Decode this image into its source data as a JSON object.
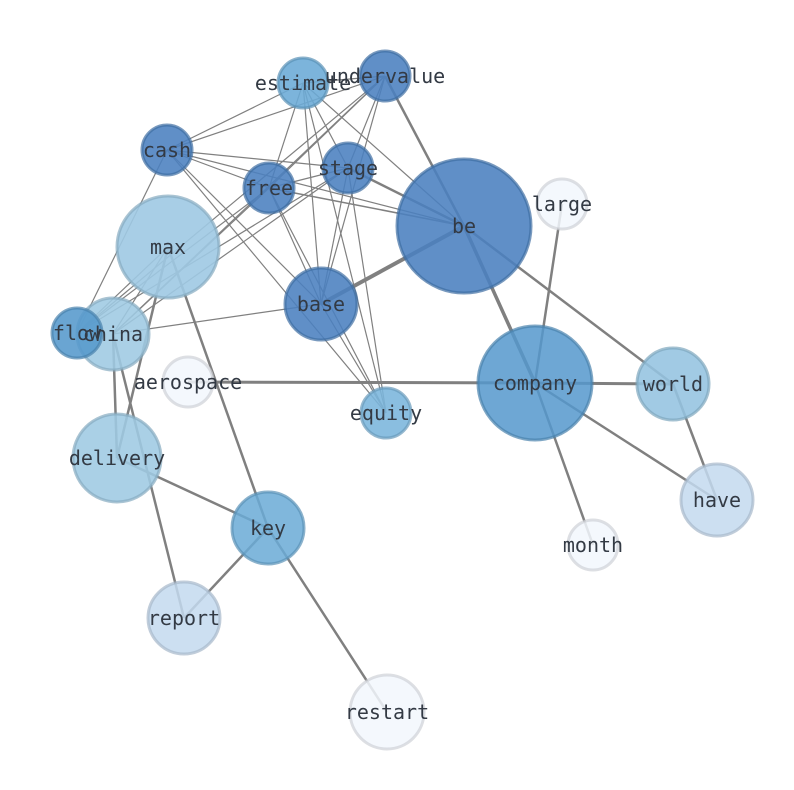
{
  "nodes": [
    {
      "id": "be",
      "label": "be",
      "color": "#4a80bf",
      "opacity": 0.88
    },
    {
      "id": "company",
      "label": "company",
      "color": "#5598cc",
      "opacity": 0.85
    },
    {
      "id": "max",
      "label": "max",
      "color": "#9ec9e3",
      "opacity": 0.9
    },
    {
      "id": "base",
      "label": "base",
      "color": "#4a80bf",
      "opacity": 0.88
    },
    {
      "id": "delivery",
      "label": "delivery",
      "color": "#9ec9e3",
      "opacity": 0.88
    },
    {
      "id": "china",
      "label": "china",
      "color": "#9ec9e3",
      "opacity": 0.88
    },
    {
      "id": "world",
      "label": "world",
      "color": "#94c3e0",
      "opacity": 0.88
    },
    {
      "id": "key",
      "label": "key",
      "color": "#6aaad6",
      "opacity": 0.85
    },
    {
      "id": "have",
      "label": "have",
      "color": "#c3d9ee",
      "opacity": 0.85
    },
    {
      "id": "report",
      "label": "report",
      "color": "#c3d9ee",
      "opacity": 0.85
    },
    {
      "id": "restart",
      "label": "restart",
      "color": "#f2f7fd",
      "opacity": 0.85
    },
    {
      "id": "free",
      "label": "free",
      "color": "#4a80bf",
      "opacity": 0.88
    },
    {
      "id": "stage",
      "label": "stage",
      "color": "#4a80bf",
      "opacity": 0.88
    },
    {
      "id": "cash",
      "label": "cash",
      "color": "#4a80bf",
      "opacity": 0.88
    },
    {
      "id": "undervalue",
      "label": "undervalue",
      "color": "#4a80bf",
      "opacity": 0.88
    },
    {
      "id": "estimate",
      "label": "estimate",
      "color": "#6aaad6",
      "opacity": 0.88
    },
    {
      "id": "flow",
      "label": "flow",
      "color": "#5598cc",
      "opacity": 0.88
    },
    {
      "id": "equity",
      "label": "equity",
      "color": "#7ab5dc",
      "opacity": 0.88
    },
    {
      "id": "aerospace",
      "label": "aerospace",
      "color": "#f2f7fd",
      "opacity": 0.85
    },
    {
      "id": "large",
      "label": "large",
      "color": "#f2f7fd",
      "opacity": 0.85
    },
    {
      "id": "month",
      "label": "month",
      "color": "#f2f7fd",
      "opacity": 0.85
    }
  ],
  "edges": [
    {
      "source": "be",
      "target": "base",
      "weight": 4
    },
    {
      "source": "be",
      "target": "company",
      "weight": 3.5
    },
    {
      "source": "be",
      "target": "undervalue",
      "weight": 2.5
    },
    {
      "source": "be",
      "target": "world",
      "weight": 2.5
    },
    {
      "source": "be",
      "target": "stage",
      "weight": 2.5
    },
    {
      "source": "be",
      "target": "free",
      "weight": 1.5
    },
    {
      "source": "be",
      "target": "cash",
      "weight": 1.2
    },
    {
      "source": "be",
      "target": "estimate",
      "weight": 1.2
    },
    {
      "source": "company",
      "target": "aerospace",
      "weight": 3
    },
    {
      "source": "company",
      "target": "world",
      "weight": 3
    },
    {
      "source": "company",
      "target": "have",
      "weight": 2.5
    },
    {
      "source": "company",
      "target": "month",
      "weight": 2.5
    },
    {
      "source": "company",
      "target": "large",
      "weight": 2.5
    },
    {
      "source": "world",
      "target": "have",
      "weight": 2.5
    },
    {
      "source": "max",
      "target": "key",
      "weight": 2.5
    },
    {
      "source": "max",
      "target": "delivery",
      "weight": 2.5
    },
    {
      "source": "max",
      "target": "china",
      "weight": 1.2
    },
    {
      "source": "max",
      "target": "flow",
      "weight": 1.2
    },
    {
      "source": "key",
      "target": "delivery",
      "weight": 2.5
    },
    {
      "source": "key",
      "target": "report",
      "weight": 2.5
    },
    {
      "source": "key",
      "target": "restart",
      "weight": 2.5
    },
    {
      "source": "china",
      "target": "delivery",
      "weight": 2.5
    },
    {
      "source": "china",
      "target": "report",
      "weight": 2.5
    },
    {
      "source": "china",
      "target": "free",
      "weight": 1.2
    },
    {
      "source": "china",
      "target": "stage",
      "weight": 1.2
    },
    {
      "source": "china",
      "target": "undervalue",
      "weight": 1.2
    },
    {
      "source": "china",
      "target": "base",
      "weight": 1.2
    },
    {
      "source": "flow",
      "target": "cash",
      "weight": 1.2
    },
    {
      "source": "flow",
      "target": "free",
      "weight": 1.2
    },
    {
      "source": "flow",
      "target": "stage",
      "weight": 1.2
    },
    {
      "source": "flow",
      "target": "undervalue",
      "weight": 1.2
    },
    {
      "source": "cash",
      "target": "free",
      "weight": 1.2
    },
    {
      "source": "cash",
      "target": "stage",
      "weight": 1.2
    },
    {
      "source": "cash",
      "target": "undervalue",
      "weight": 1.2
    },
    {
      "source": "cash",
      "target": "estimate",
      "weight": 1.2
    },
    {
      "source": "cash",
      "target": "base",
      "weight": 1.2
    },
    {
      "source": "cash",
      "target": "equity",
      "weight": 1.2
    },
    {
      "source": "free",
      "target": "stage",
      "weight": 1.2
    },
    {
      "source": "free",
      "target": "undervalue",
      "weight": 1.2
    },
    {
      "source": "free",
      "target": "estimate",
      "weight": 1.2
    },
    {
      "source": "free",
      "target": "base",
      "weight": 1.2
    },
    {
      "source": "free",
      "target": "equity",
      "weight": 1.2
    },
    {
      "source": "stage",
      "target": "undervalue",
      "weight": 1.2
    },
    {
      "source": "stage",
      "target": "estimate",
      "weight": 1.2
    },
    {
      "source": "stage",
      "target": "base",
      "weight": 1.2
    },
    {
      "source": "stage",
      "target": "equity",
      "weight": 1.2
    },
    {
      "source": "undervalue",
      "target": "estimate",
      "weight": 1.2
    },
    {
      "source": "undervalue",
      "target": "base",
      "weight": 1.2
    },
    {
      "source": "estimate",
      "target": "base",
      "weight": 1.2
    },
    {
      "source": "estimate",
      "target": "equity",
      "weight": 1.2
    },
    {
      "source": "base",
      "target": "equity",
      "weight": 1.2
    }
  ]
}
